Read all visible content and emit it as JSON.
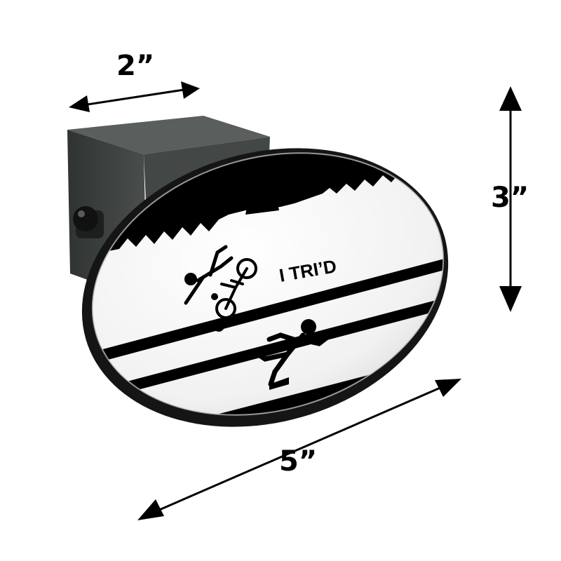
{
  "dimensions": {
    "width": "2”",
    "height": "3”",
    "length": "5”"
  },
  "cover": {
    "text": "I TRI’D"
  },
  "colors": {
    "background": "#ffffff",
    "ink": "#000000",
    "receiver": "#3a3f3d",
    "rim": "#1a1a1a",
    "face": "#f4f4f4"
  }
}
